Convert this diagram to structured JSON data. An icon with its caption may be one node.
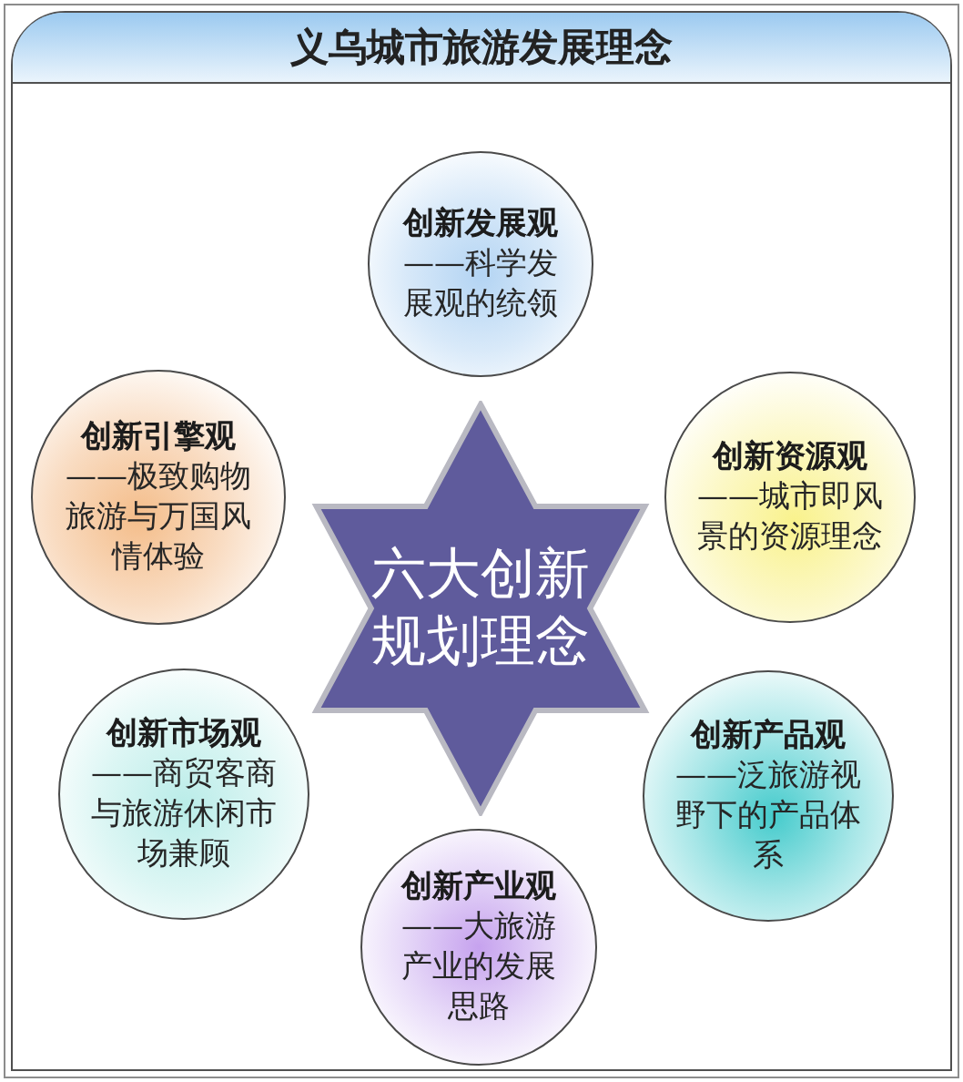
{
  "diagram": {
    "title": "义乌城市旅游发展理念",
    "nodes": [
      {
        "text": [
          "创新发展观",
          "——科学发展观的统领"
        ]
      },
      {
        "text": [
          "创新引擎观",
          "——极致购物旅游与万国风情体验"
        ]
      },
      {
        "text": [
          "创新资源观",
          "——城市即风景的资源理念"
        ]
      },
      {
        "text": [
          "六大创新规划理念"
        ]
      },
      {
        "text": [
          "创新市场观",
          "——商贸客商与旅游休闲市场兼顾"
        ]
      },
      {
        "text": [
          "创新产品观",
          "——泛旅游视野下的产品体系"
        ]
      },
      {
        "text": [
          "创新产业观",
          "——大旅游产业的发展思路"
        ]
      }
    ]
  }
}
